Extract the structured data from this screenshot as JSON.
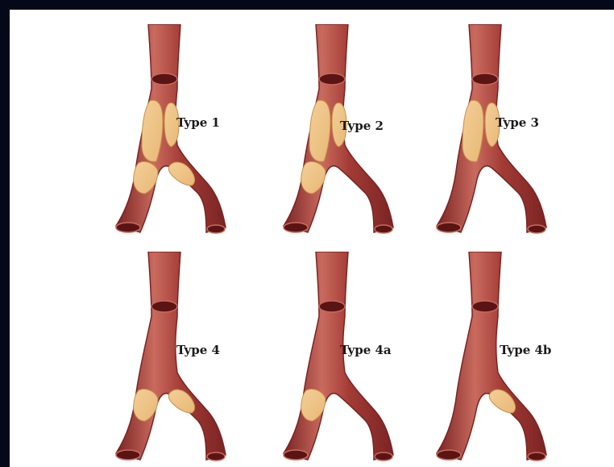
{
  "colors": {
    "frame": "#050818",
    "background": "#ffffff",
    "vessel_outer": "#7a2424",
    "vessel_mid": "#a33b35",
    "vessel_light": "#c96a5e",
    "lumen": "#5a1414",
    "plaque": "#e8b877",
    "plaque_edge": "#c98e48"
  },
  "panels": [
    {
      "label": "Type 1",
      "plaque": [
        "main",
        "left-branch",
        "right-branch"
      ]
    },
    {
      "label": "Type 2",
      "plaque": [
        "main",
        "left-branch"
      ]
    },
    {
      "label": "Type 3",
      "plaque": [
        "main"
      ]
    },
    {
      "label": "Type 4",
      "plaque": [
        "left-branch",
        "right-branch"
      ]
    },
    {
      "label": "Type 4a",
      "plaque": [
        "left-branch"
      ]
    },
    {
      "label": "Type 4b",
      "plaque": [
        "right-branch"
      ]
    }
  ]
}
